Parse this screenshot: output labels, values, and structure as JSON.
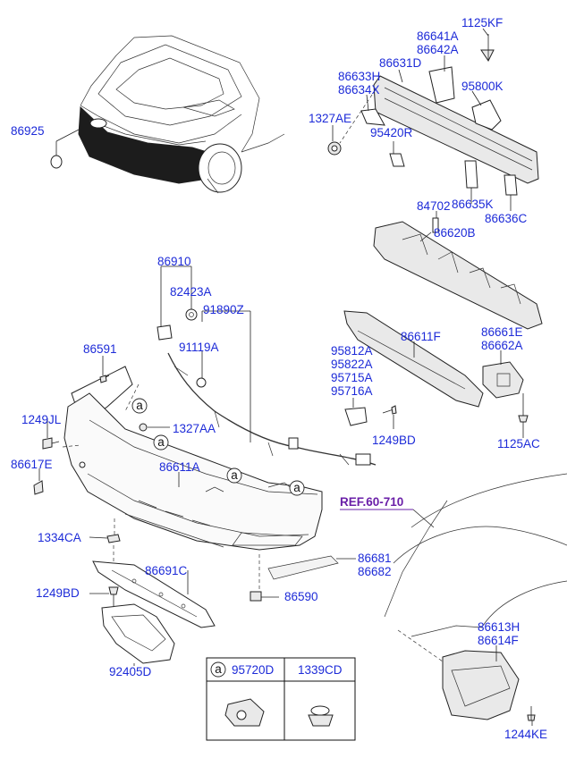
{
  "parts": {
    "p86925": "86925",
    "p1125KF": "1125KF",
    "p86641A": "86641A",
    "p86642A": "86642A",
    "p86631D": "86631D",
    "p86633H": "86633H",
    "p86634X": "86634X",
    "p95800K": "95800K",
    "p1327AE": "1327AE",
    "p95420R": "95420R",
    "p84702": "84702",
    "p86635K": "86635K",
    "p86636C": "86636C",
    "p86620B": "86620B",
    "p86910": "86910",
    "p82423A": "82423A",
    "p91890Z": "91890Z",
    "p86591": "86591",
    "p91119A": "91119A",
    "p86611F": "86611F",
    "p95812A": "95812A",
    "p95822A": "95822A",
    "p95715A": "95715A",
    "p95716A": "95716A",
    "p86661E": "86661E",
    "p86662A": "86662A",
    "p1249JL": "1249JL",
    "p1327AA": "1327AA",
    "p1249BD_right": "1249BD",
    "p1125AC": "1125AC",
    "p86617E": "86617E",
    "p86611A": "86611A",
    "p1334CA": "1334CA",
    "p86691C": "86691C",
    "p86681": "86681",
    "p86682": "86682",
    "p1249BD_left": "1249BD",
    "p86590": "86590",
    "p86613H": "86613H",
    "p86614F": "86614F",
    "p92405D": "92405D",
    "p1244KE": "1244KE"
  },
  "reference": "REF.60-710",
  "callout": "a",
  "legend": {
    "marker": "a",
    "part1": "95720D",
    "part2": "1339CD"
  }
}
